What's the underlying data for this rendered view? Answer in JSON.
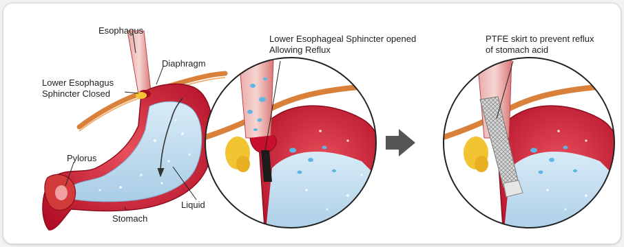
{
  "labels": {
    "esophagus": "Esophagus",
    "diaphragm": "Diaphragm",
    "les_closed_line1": "Lower Esophagus",
    "les_closed_line2": "Sphincter Closed",
    "pylorus": "Pylorus",
    "liquid": "Liquid",
    "stomach": "Stomach",
    "les_opened_line1": "Lower Esophageal Sphincter opened",
    "les_opened_line2": "Allowing Reflux",
    "ptfe_line1": "PTFE skirt to prevent reflux",
    "ptfe_line2": "of stomach acid"
  },
  "colors": {
    "stomach_wall": "#c8102e",
    "stomach_wall_light": "#e8505c",
    "stomach_liquid": "#bfdcef",
    "fat": "#f2c431",
    "diaphragm": "#d9813a",
    "arrow": "#555555",
    "skirt": "#c9c9c9"
  }
}
